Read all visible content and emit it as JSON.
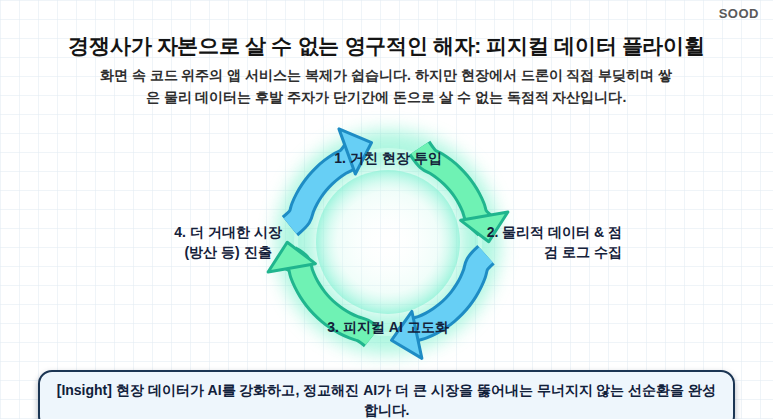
{
  "diagram": {
    "title": "경쟁사가 자본으로 살 수 없는 영구적인 해자: 피지컬 데이터 플라이휠",
    "nodes": [
      {
        "text": [
          "1. 거친 현장 투입"
        ]
      },
      {
        "text": [
          "2. 물리적 데이터 & 점검 로그 수집"
        ]
      },
      {
        "text": [
          "3. 피지컬 AI 고도화"
        ]
      },
      {
        "text": [
          "4. 더 거대한 시장(방산 등) 진출"
        ]
      },
      {
        "text": [
          "[Insight] 현장 데이터가 AI를 강화하고, 정교해진 AI가 더 큰 시장을 뚫어내는 무너지지 않는 선순환을 완성합니다."
        ]
      }
    ],
    "edges": [
      {
        "from": 0,
        "to": 1,
        "arrow": "to"
      },
      {
        "from": 1,
        "to": 2,
        "arrow": "to"
      },
      {
        "from": 2,
        "to": 3,
        "arrow": "to"
      },
      {
        "from": 3,
        "to": 0,
        "arrow": "to"
      }
    ],
    "labels": [
      "SOOD",
      "화면 속 코드 위주의 앱 서비스는 복제가 쉽습니다. 하지만 현장에서 드론이 직접 부딪히며 쌓은 물리 데이터는 후발 주자가 단기간에 돈으로 살 수 없는 독점적 자산입니다."
    ]
  }
}
